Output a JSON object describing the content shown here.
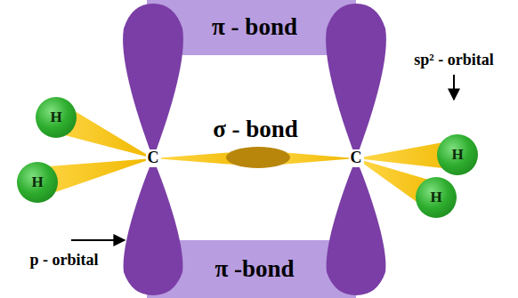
{
  "diagram": {
    "nodes": [
      {
        "text": [
          "π - bond"
        ]
      },
      {
        "text": [
          "π -bond"
        ]
      },
      {
        "text": [
          "H"
        ]
      },
      {
        "text": [
          "H"
        ]
      },
      {
        "text": [
          "H"
        ]
      },
      {
        "text": [
          "H"
        ]
      }
    ],
    "labels": [
      "σ - bond",
      "C",
      "C",
      "sp² - orbital",
      "p - orbital"
    ]
  }
}
